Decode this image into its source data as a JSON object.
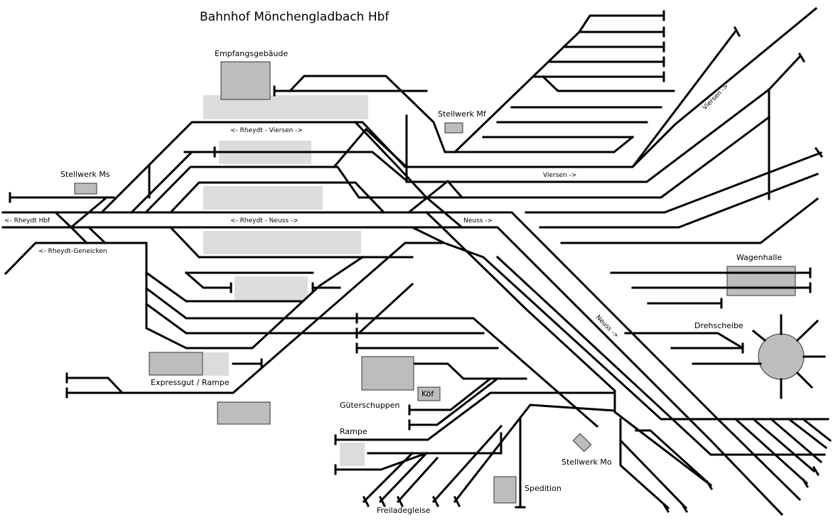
{
  "title": "Bahnhof Mönchengladbach Hbf",
  "buildings": {
    "empfangsgebaeude": "Empfangsgebäude",
    "stellwerk_mf": "Stellwerk Mf",
    "stellwerk_ms": "Stellwerk Ms",
    "stellwerk_mo": "Stellwerk Mo",
    "wagenhalle": "Wagenhalle",
    "drehscheibe": "Drehscheibe",
    "expressgut": "Expressgut / Rampe",
    "gueterschuppen": "Güterschuppen",
    "koef": "Köf",
    "rampe": "Rampe",
    "spedition": "Spedition",
    "freiladegleise": "Freiladegleise"
  },
  "directions": {
    "rheydt_hbf": "<- Rheydt Hbf",
    "rheydt_geneicken": "<- Rheydt-Geneicken",
    "rheydt_viersen": "<- Rheydt - Viersen ->",
    "rheydt_neuss": "<- Rheydt - Neuss ->",
    "viersen_mid": "Viersen ->",
    "neuss_mid": "Neuss ->",
    "viersen_ne": "Viersen ->",
    "neuss_se": "Neuss ->"
  }
}
